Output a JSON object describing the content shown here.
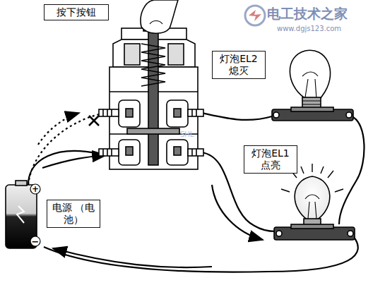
{
  "diagram": {
    "nodes": [
      {
        "text": [
          "按下按钮"
        ]
      },
      {
        "text": [
          "灯泡EL2 熄灭"
        ]
      },
      {
        "text": [
          "灯泡EL1 点亮"
        ]
      },
      {
        "text": [
          "电源 （电池）"
        ]
      }
    ],
    "labels": [
      "+",
      "−",
      "电工技术之家",
      "www.dgjs123.com",
      "SHL"
    ]
  }
}
